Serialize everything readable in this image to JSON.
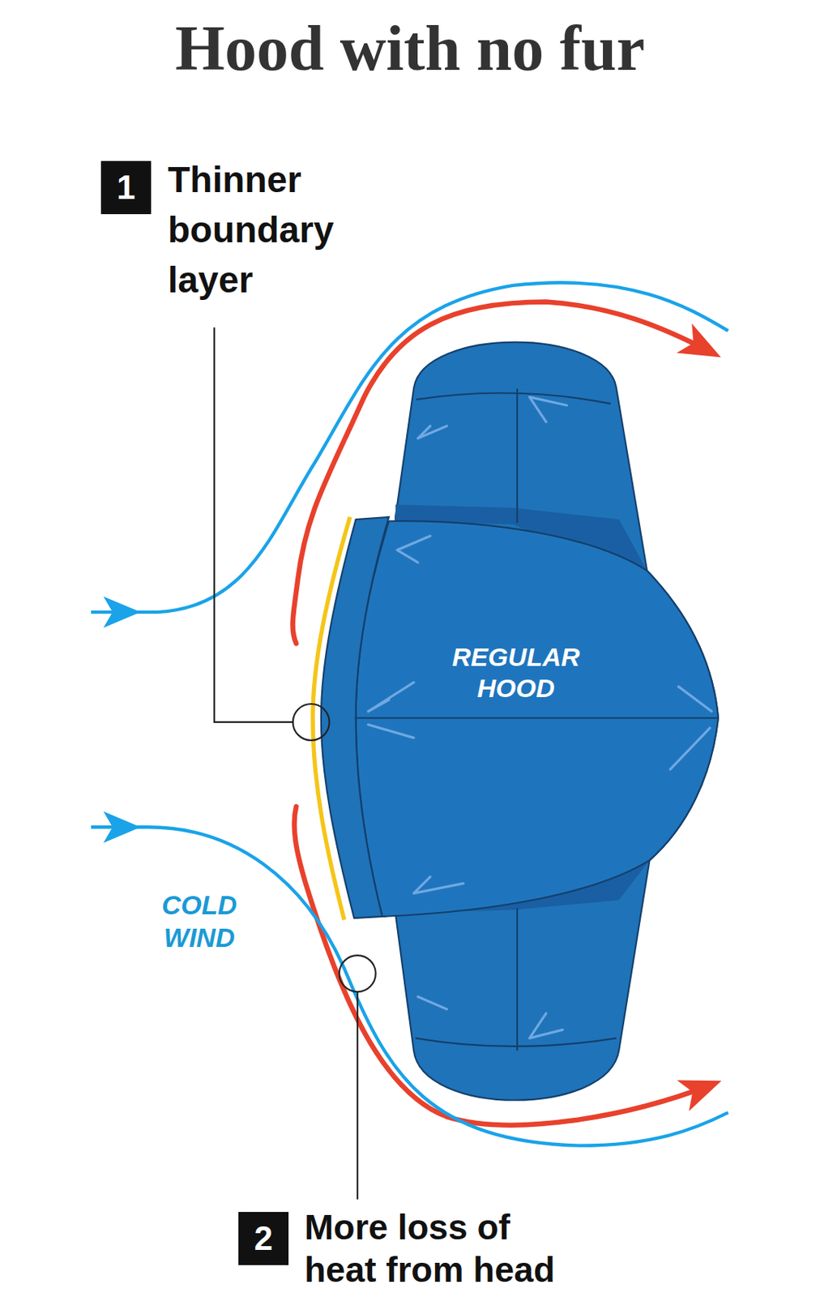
{
  "diagram": {
    "title": "Hood with no fur",
    "labels": [
      "1",
      "Thinner boundary layer",
      "REGULAR HOOD",
      "COLD WIND",
      "2",
      "More loss of heat from head"
    ]
  }
}
